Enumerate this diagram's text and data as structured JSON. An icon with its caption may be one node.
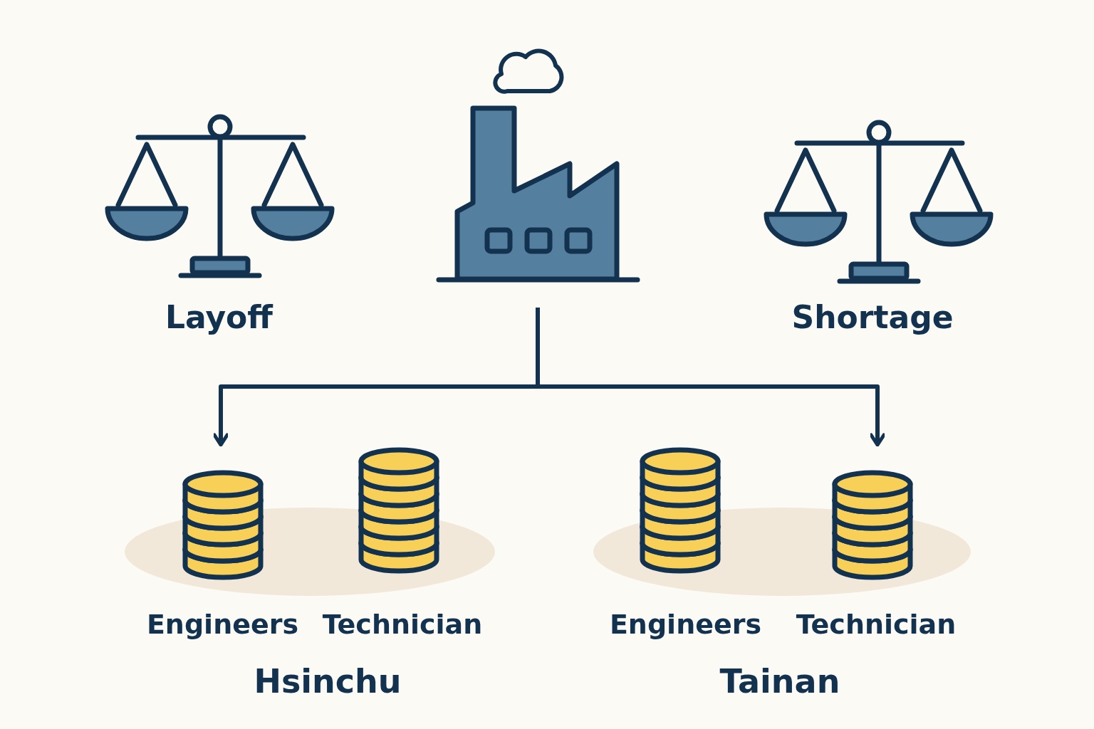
{
  "diagram": {
    "nodes": [
      {
        "text": [],
        "shape": "picture"
      },
      {
        "text": [
          "Engineers"
        ]
      },
      {
        "text": [
          "Technician"
        ]
      },
      {
        "text": [
          "Engineers"
        ]
      },
      {
        "text": [
          "Technician"
        ]
      }
    ],
    "edges": [
      {
        "from": 0,
        "to": 1,
        "arrow": "to"
      },
      {
        "from": 0,
        "to": 4,
        "arrow": "to"
      }
    ],
    "labels": [
      "Layoff",
      "Shortage",
      "Hsinchu",
      "Tainan"
    ]
  }
}
